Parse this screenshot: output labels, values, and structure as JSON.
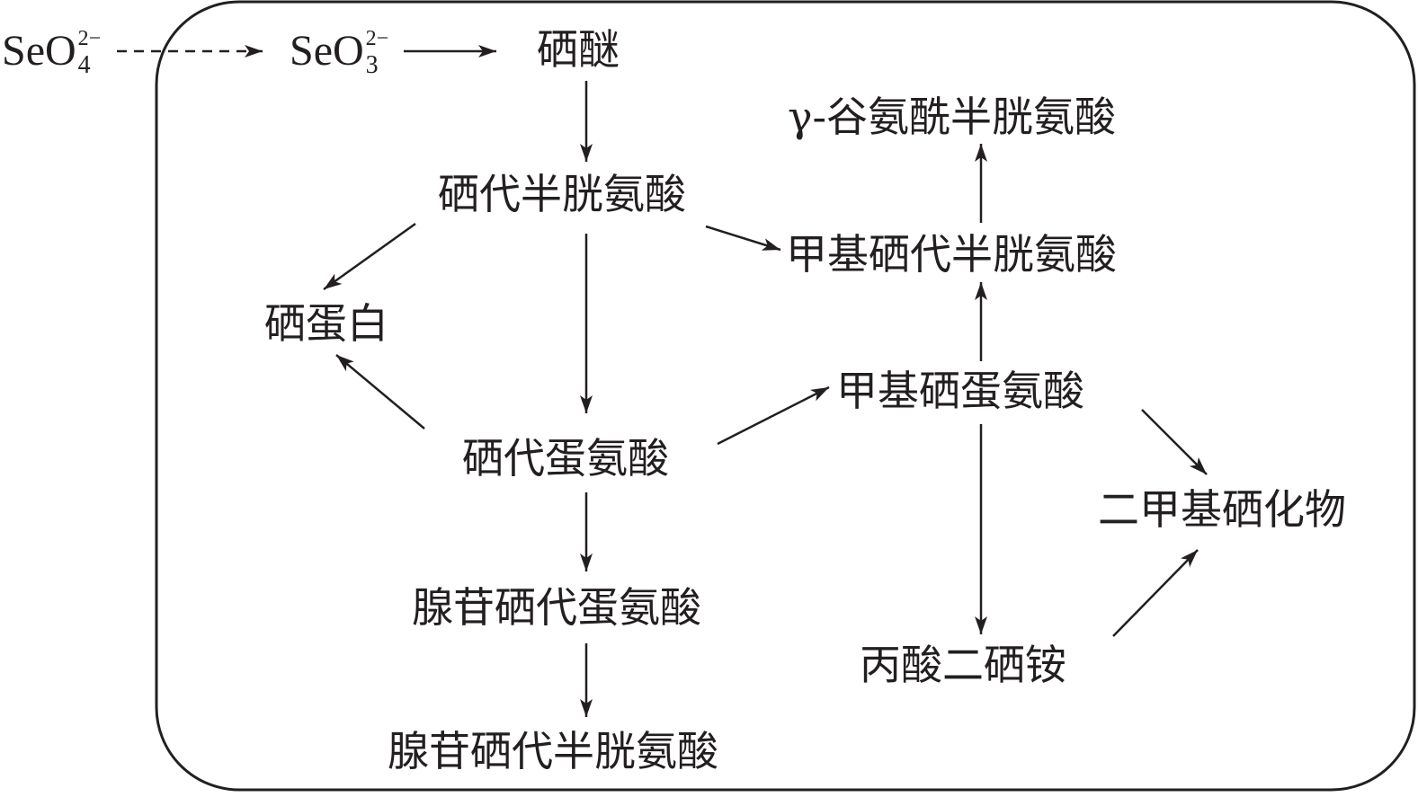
{
  "ions": {
    "selenate": {
      "base": "SeO",
      "subscript": "4",
      "superscript": "2−"
    },
    "selenite": {
      "base": "SeO",
      "subscript": "3",
      "superscript": "2−"
    }
  },
  "nodes": {
    "selenoether": "硒醚",
    "selenocysteine": "硒代半胱氨酸",
    "selenoprotein": "硒蛋白",
    "selenomethionine": "硒代蛋氨酸",
    "adenosyl_selenomethionine": "腺苷硒代蛋氨酸",
    "adenosyl_selenocysteine": "腺苷硒代半胱氨酸",
    "glutamyl_cysteine": "γ-谷氨酰半胱氨酸",
    "methyl_selenocysteine": "甲基硒代半胱氨酸",
    "methyl_selenomethionine": "甲基硒蛋氨酸",
    "dimethyl_selenide": "二甲基硒化物",
    "selenopropionate": "丙酸二硒铵"
  },
  "colors": {
    "ink": "#231f20",
    "background": "#ffffff"
  }
}
